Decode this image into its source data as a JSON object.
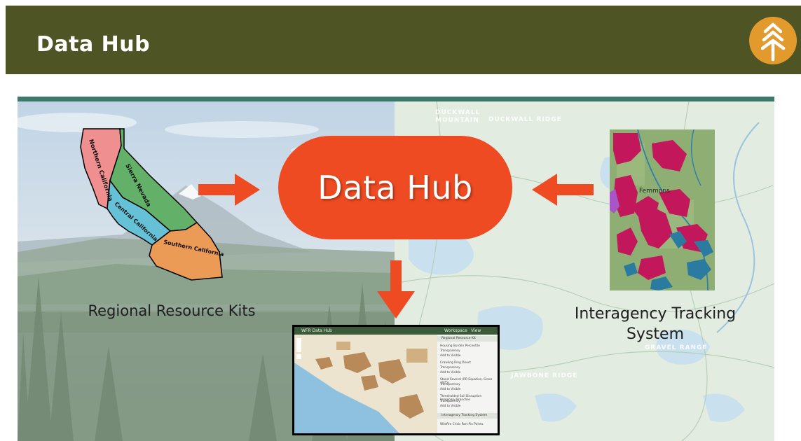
{
  "header": {
    "title": "Data Hub",
    "bg_color": "#4f5425",
    "logo_icon": "tree-icon",
    "logo_color": "#e39a2d"
  },
  "center": {
    "label": "Data Hub",
    "color": "#ef4b22"
  },
  "left": {
    "label": "Regional Resource Kits",
    "regions": [
      "Northern California",
      "Sierra Nevada",
      "Central California",
      "Southern California"
    ]
  },
  "right": {
    "label_line1": "Interagency Tracking",
    "label_line2": "System",
    "map_place": "Femmons",
    "map_features": [
      "DUCKWALL",
      "MOUNTAIN",
      "DUCKWALL RIDGE",
      "GRAVEL RANGE",
      "JAWBONE RIDGE"
    ]
  },
  "screenshot": {
    "title": "WFR Data Hub",
    "nav_items": [
      "Workspace",
      "View"
    ],
    "side_items": [
      "Regional Resource Kit",
      "Housing Burden Percentile",
      "Transparency",
      "Add to Visible",
      "Crawling Ring Direct",
      "Transparency",
      "Add to Visible",
      "Stand Several (RR Equation, Grass 1975)",
      "Transparency",
      "Add to Visible",
      "Thresholded Soil Disruption Imaginary Branches",
      "Transparency",
      "Add to Visible",
      "Interagency Tracking System",
      "Wildfire Crisis Part Pin Points"
    ]
  }
}
